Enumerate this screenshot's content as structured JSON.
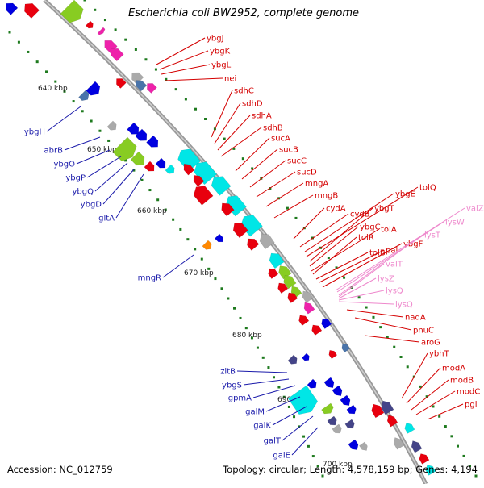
{
  "title": "Escherichia coli BW2952, complete genome",
  "footer": {
    "accession_label": "Accession:",
    "accession": "NC_012759",
    "topology_text": "Topology: circular; Length: 4,578,159 bp; Genes: 4,194"
  },
  "colors": {
    "backbone": "#999999",
    "ruler_tick": "#1e7a1e",
    "forward_label": "#1a1aaa",
    "reverse_label": "#d40000",
    "rna_label": "#ee88cc",
    "cds": [
      "#e8000e",
      "#0000e0",
      "#00e6e6",
      "#88cc22",
      "#4a74aa",
      "#ee22aa",
      "#ff8800",
      "#444488",
      "#aaaaaa"
    ]
  },
  "ruler_labels": [
    "640 kbp",
    "650 kbp",
    "660 kbp",
    "670 kbp",
    "680 kbp",
    "690 kbp",
    "700 kbp"
  ],
  "forward_genes": [
    "ybgH",
    "abrB",
    "ybgO",
    "ybgP",
    "ybgQ",
    "ybgD",
    "gltA",
    "mngR",
    "zitB",
    "ybgS",
    "gpmA",
    "galM",
    "galK",
    "galT",
    "galE"
  ],
  "reverse_genes": [
    "ybgJ",
    "ybgK",
    "ybgL",
    "nei",
    "sdhC",
    "sdhD",
    "sdhA",
    "sdhB",
    "sucA",
    "sucB",
    "sucC",
    "sucD",
    "mngA",
    "mngB",
    "cydA",
    "cydB",
    "ybgE",
    "tolQ",
    "ybgT",
    "ybgC",
    "tolA",
    "tolR",
    "tolB",
    "pal",
    "ybgF",
    "nadA",
    "pnuC",
    "aroG",
    "ybhT",
    "modA",
    "modB",
    "modC",
    "pgl"
  ],
  "rna_genes": [
    "valZ",
    "lysW",
    "lysT",
    "valT",
    "lysZ",
    "lysQ",
    "lysQ"
  ]
}
